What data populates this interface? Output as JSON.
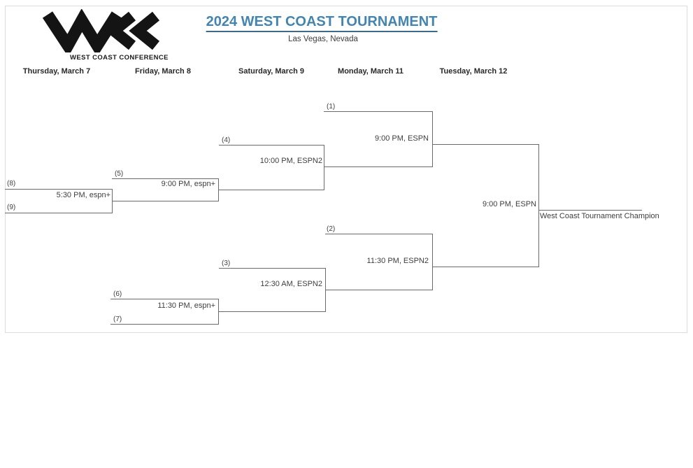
{
  "header": {
    "title": "2024 WEST COAST TOURNAMENT",
    "subtitle": "Las Vegas, Nevada",
    "logo_caption": "WEST COAST CONFERENCE"
  },
  "columns": [
    {
      "label": "Thursday, March 7"
    },
    {
      "label": "Friday, March 8"
    },
    {
      "label": "Saturday, March 9"
    },
    {
      "label": "Monday, March 11"
    },
    {
      "label": "Tuesday, March 12"
    }
  ],
  "bracket": {
    "seeds": {
      "s1": "(1)",
      "s2": "(2)",
      "s3": "(3)",
      "s4": "(4)",
      "s5": "(5)",
      "s6": "(6)",
      "s7": "(7)",
      "s8": "(8)",
      "s9": "(9)"
    },
    "games": {
      "first_round_8v9": {
        "time": "5:30 PM, espn+"
      },
      "second_round_5": {
        "time": "9:00 PM, espn+"
      },
      "second_round_6v7": {
        "time": "11:30 PM, espn+"
      },
      "quarterfinal_4": {
        "time": "10:00 PM, ESPN2"
      },
      "quarterfinal_3": {
        "time": "12:30 AM, ESPN2"
      },
      "semifinal_1": {
        "time": "9:00 PM, ESPN"
      },
      "semifinal_2": {
        "time": "11:30 PM, ESPN2"
      },
      "championship": {
        "time": "9:00 PM, ESPN"
      }
    },
    "champion_label": "West Coast Tournament Champion"
  },
  "colors": {
    "title_blue": "#4384b1",
    "line_gray": "#6a6a6a",
    "logo_black": "#141414",
    "frame_gray": "#dcdcdc"
  }
}
